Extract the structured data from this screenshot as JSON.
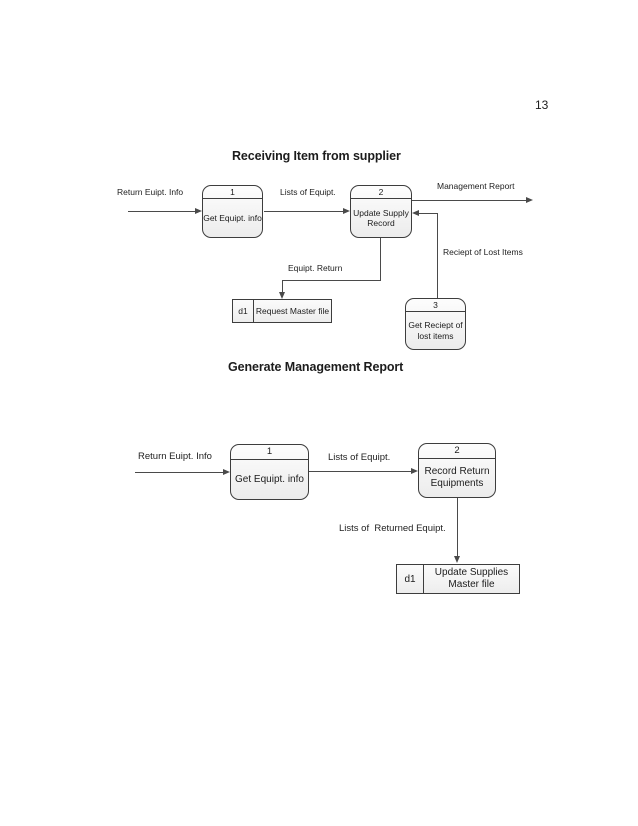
{
  "page_number": "13",
  "diagram1": {
    "title": "Receiving Item from supplier",
    "processes": [
      {
        "num": "1",
        "label": "Get Equipt. info"
      },
      {
        "num": "2",
        "label": "Update Supply\nRecord"
      },
      {
        "num": "3",
        "label": "Get Reciept of\nlost items"
      }
    ],
    "datastore": {
      "id": "d1",
      "label": "Request Master file"
    },
    "flows": {
      "return_info": "Return Euipt. Info",
      "lists_of_equipt": "Lists of Equipt.",
      "management_report": "Management Report",
      "reciept_of_lost_items": "Reciept of Lost Items",
      "equipt_return": "Equipt. Return"
    }
  },
  "diagram2": {
    "title": "Generate Management Report",
    "processes": [
      {
        "num": "1",
        "label": "Get Equipt. info"
      },
      {
        "num": "2",
        "label": "Record Return\nEquipments"
      }
    ],
    "datastore": {
      "id": "d1",
      "label": "Update Supplies\nMaster file"
    },
    "flows": {
      "return_info": "Return Euipt. Info",
      "lists_of_equipt": "Lists of Equipt.",
      "lists_of_returned_equipt": "Lists of  Returned Equipt."
    }
  }
}
